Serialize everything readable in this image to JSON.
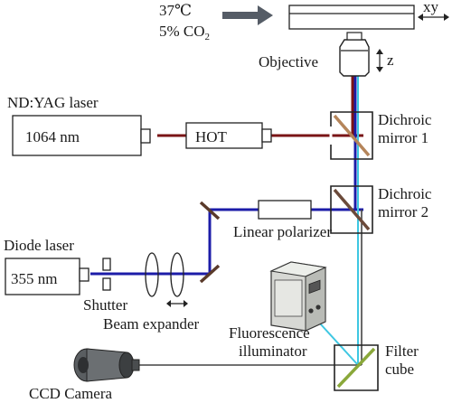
{
  "labels": {
    "temperature": "37℃",
    "co2": "5% CO",
    "co2_sub": "2",
    "xy": "xy",
    "z": "z",
    "objective": "Objective",
    "nd_yag_laser": "ND:YAG laser",
    "nd_yag_wavelength": "1064 nm",
    "hot": "HOT",
    "dichroic_1_line1": "Dichroic",
    "dichroic_1_line2": "mirror 1",
    "dichroic_2_line1": "Dichroic",
    "dichroic_2_line2": "mirror 2",
    "linear_polarizer": "Linear polarizer",
    "diode_laser": "Diode laser",
    "diode_wavelength": "355 nm",
    "shutter": "Shutter",
    "beam_expander": "Beam expander",
    "fluorescence_line1": "Fluorescence",
    "fluorescence_line2": "illuminator",
    "filter_cube_line1": "Filter",
    "filter_cube_line2": "cube",
    "ccd_camera": "CCD Camera"
  },
  "colors": {
    "ir_beam": "#7a1416",
    "uv_beam": "#1c1ca8",
    "fluorescence_beam": "#3ec7e2",
    "detection_beam": "#444444",
    "dichroic_1_coating": "#b5855a",
    "dichroic_2_coating": "#6b4a3a",
    "filter_cube_coating": "#8aa83a",
    "mirror": "#5a3a2a"
  }
}
